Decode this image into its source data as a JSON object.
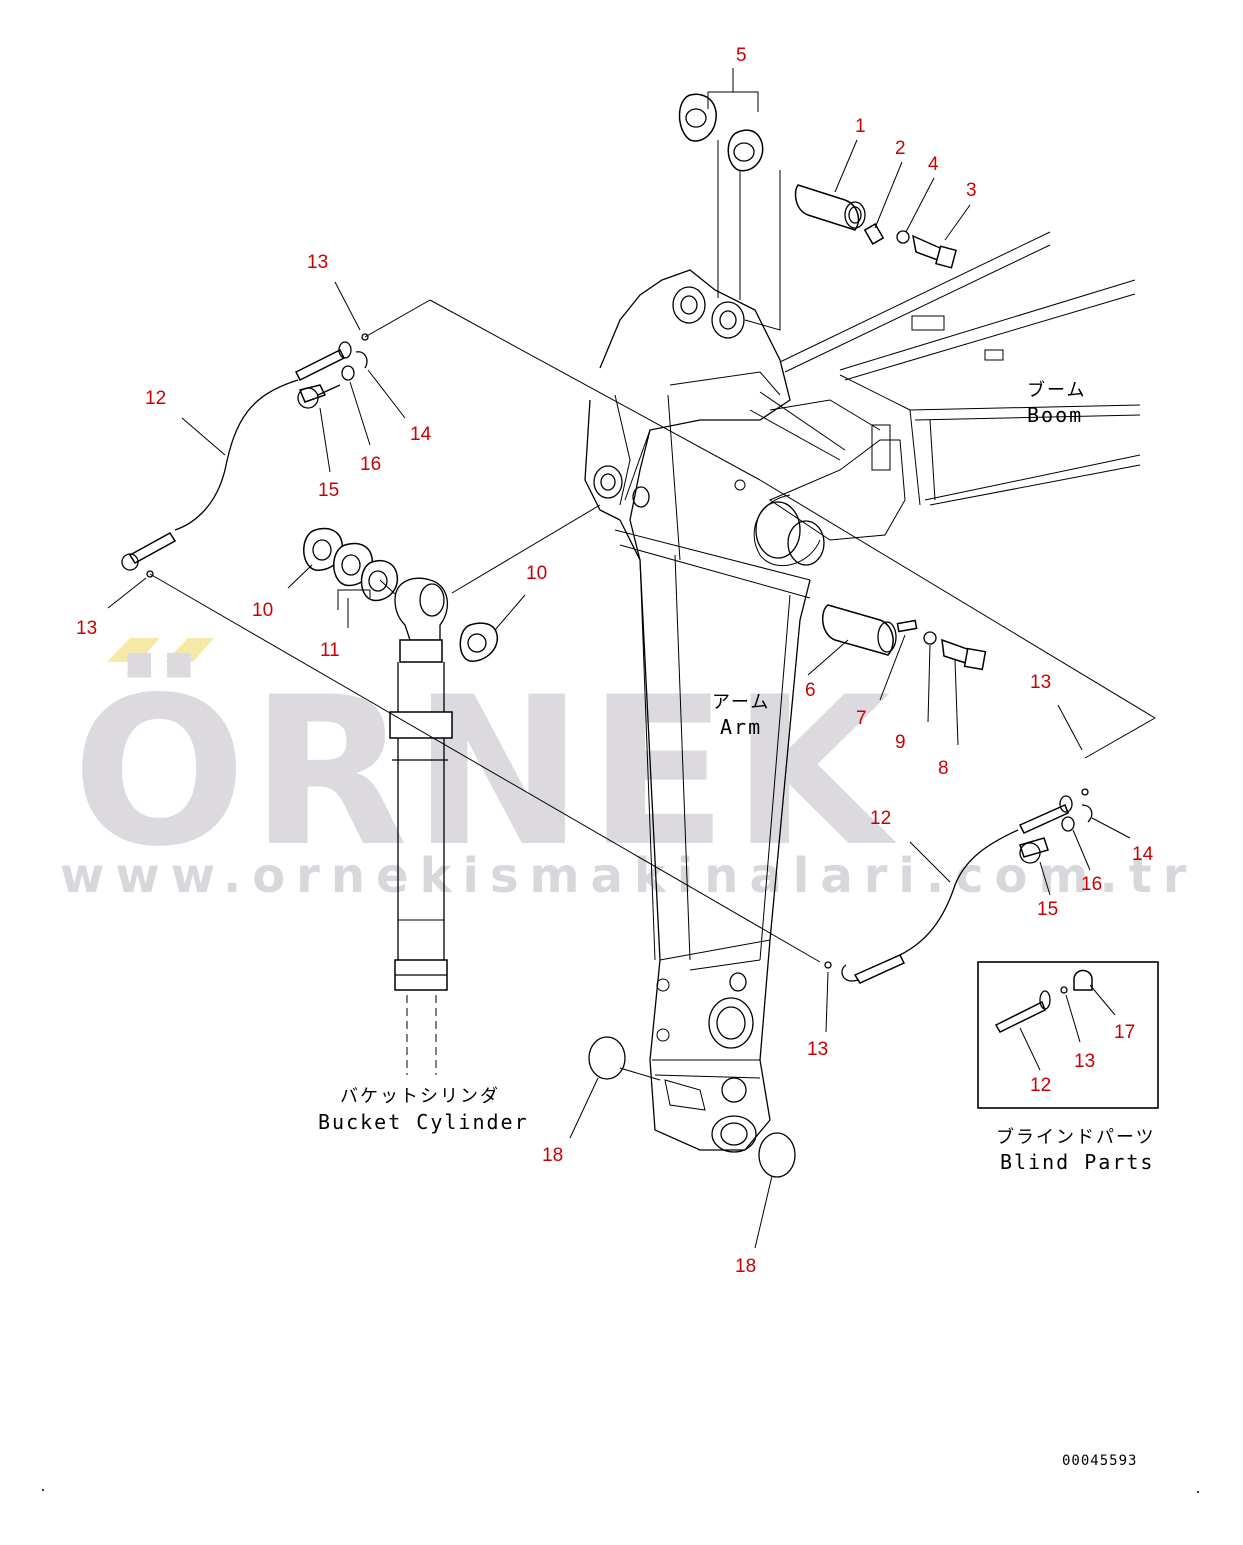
{
  "watermark": {
    "brand": "ÖRNEK",
    "url": "www.ornekismakinalari.com.tr",
    "text_color": "#dcdadf",
    "accent_color": "#f5e9a8"
  },
  "labels": {
    "boom_jp": "ブーム",
    "boom_en": "Boom",
    "arm_jp": "アーム",
    "arm_en": "Arm",
    "bucket_cylinder_jp": "バケットシリンダ",
    "bucket_cylinder_en": "Bucket Cylinder",
    "blind_parts_jp": "ブラインドパーツ",
    "blind_parts_en": "Blind Parts"
  },
  "drawing_id": "00045593",
  "callout_color": "#cc0000",
  "callouts": [
    {
      "id": "c-5",
      "text": "5"
    },
    {
      "id": "c-1",
      "text": "1"
    },
    {
      "id": "c-2",
      "text": "2"
    },
    {
      "id": "c-4",
      "text": "4"
    },
    {
      "id": "c-3",
      "text": "3"
    },
    {
      "id": "c-13a",
      "text": "13"
    },
    {
      "id": "c-12a",
      "text": "12"
    },
    {
      "id": "c-14a",
      "text": "14"
    },
    {
      "id": "c-16a",
      "text": "16"
    },
    {
      "id": "c-15a",
      "text": "15"
    },
    {
      "id": "c-10a",
      "text": "10"
    },
    {
      "id": "c-10b",
      "text": "10"
    },
    {
      "id": "c-13b",
      "text": "13"
    },
    {
      "id": "c-11",
      "text": "11"
    },
    {
      "id": "c-6",
      "text": "6"
    },
    {
      "id": "c-7",
      "text": "7"
    },
    {
      "id": "c-9",
      "text": "9"
    },
    {
      "id": "c-8",
      "text": "8"
    },
    {
      "id": "c-13c",
      "text": "13"
    },
    {
      "id": "c-12b",
      "text": "12"
    },
    {
      "id": "c-14b",
      "text": "14"
    },
    {
      "id": "c-16b",
      "text": "16"
    },
    {
      "id": "c-15b",
      "text": "15"
    },
    {
      "id": "c-13d",
      "text": "13"
    },
    {
      "id": "c-17",
      "text": "17"
    },
    {
      "id": "c-13e",
      "text": "13"
    },
    {
      "id": "c-12c",
      "text": "12"
    },
    {
      "id": "c-18a",
      "text": "18"
    },
    {
      "id": "c-18b",
      "text": "18"
    }
  ]
}
